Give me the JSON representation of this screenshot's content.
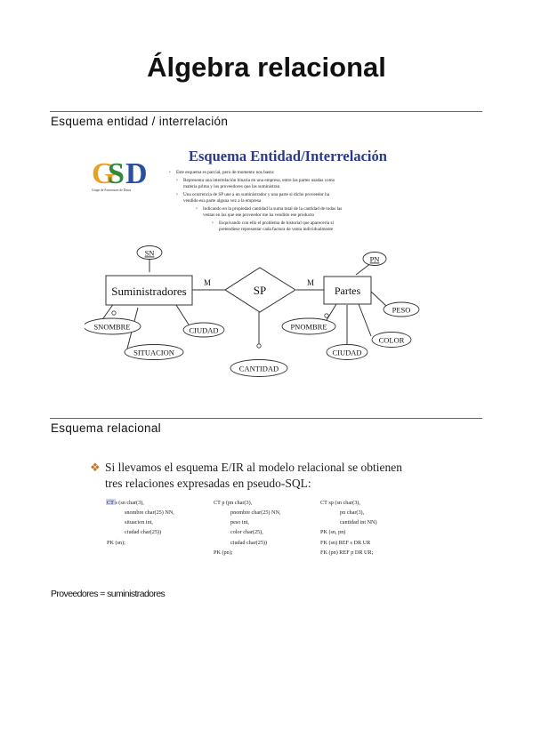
{
  "page": {
    "title": "Álgebra relacional",
    "section1": "Esquema entidad / interrelación",
    "section2": "Esquema relacional",
    "note": "Proveedores = suministradores"
  },
  "slide1": {
    "logo_caption": "Grupo de Estructuras de Datos",
    "heading": "Esquema Entidad/Interrelación",
    "bullets": [
      "Este esquema es parcial, pero de momento nos basta:",
      "Representa una interrelación binaria en una empresa, entre las partes usadas como",
      "materia prima y los proveedores que las suministran",
      "Una ocurrencia de SP une a un suministrador y una parte si dicho proveedor ha",
      "vendido esa parte alguna vez a la empresa",
      "Indicando en la propiedad cantidad la suma total de la cantidad de todas las",
      "ventas en las que ese proveedor me ha vendido ese producto",
      "Esquivando con ello el problema de historial que aparecería si",
      "pretendiese representar cada factura de venta individualmente"
    ],
    "diagram": {
      "entity_left": "Suministradores",
      "relationship": "SP",
      "entity_right": "Partes",
      "card_left": "M",
      "card_right": "M",
      "attr_sn": "SN",
      "attr_snombre": "SNOMBRE",
      "attr_ciudad_left": "CIUDAD",
      "attr_situacion": "SITUACION",
      "attr_cantidad": "CANTIDAD",
      "attr_pn": "PN",
      "attr_peso": "PESO",
      "attr_pnombre": "PNOMBRE",
      "attr_color": "COLOR",
      "attr_ciudad_right": "CIUDAD"
    }
  },
  "slide2": {
    "bullet_line1": "Si llevamos el esquema  E/IR al modelo relacional se obtienen",
    "bullet_line2": "tres relaciones expresadas en pseudo-SQL:",
    "col1": [
      "CT s (sn char(3),",
      "snombre char(25) NN,",
      "situacion int,",
      "ciudad char(25))",
      "PK (sn);"
    ],
    "col2": [
      "CT p (pn char(3),",
      "pnombre char(25) NN,",
      "peso int,",
      "color char(25),",
      "ciudad char(25))",
      "PK (pn);"
    ],
    "col3": [
      "CT sp (sn char(3),",
      "pn char(3),",
      "cantidad int NN)",
      "PK (sn, pn)",
      "FK (sn) REF s DR UR",
      "FK (pn) REF p DR UR;"
    ]
  }
}
